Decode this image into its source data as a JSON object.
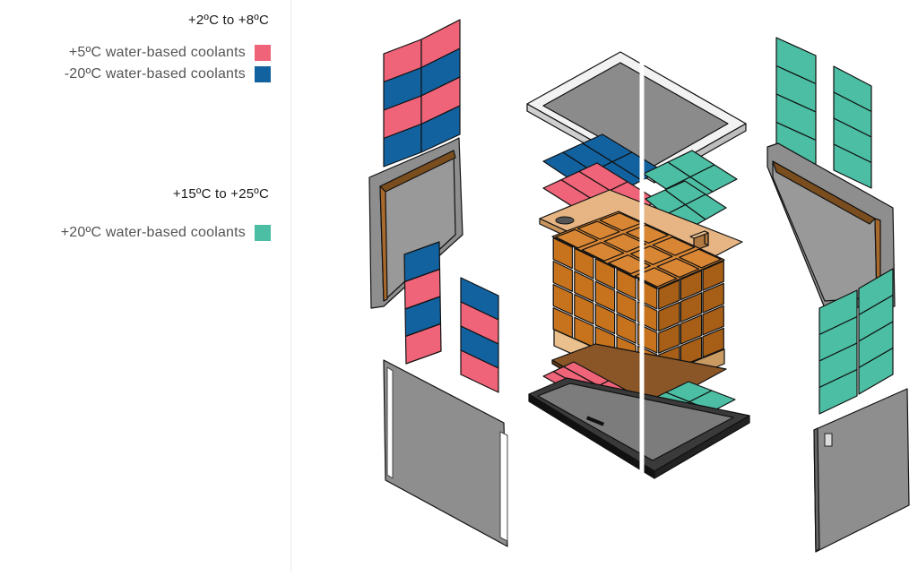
{
  "legend": {
    "group1": {
      "title": "+2ºC to +8ºC",
      "items": [
        {
          "label": "+5ºC water-based coolants",
          "color": "#EF6478"
        },
        {
          "label": "-20ºC water-based coolants",
          "color": "#1262A0"
        }
      ]
    },
    "group2": {
      "title": "+15ºC to +25ºC",
      "items": [
        {
          "label": "+20ºC water-based coolants",
          "color": "#4BBEA3"
        }
      ]
    }
  },
  "colors": {
    "pink": "#EF6478",
    "blue": "#1262A0",
    "green": "#4BBEA3",
    "panel_grey": "#8E8E8E",
    "cargo_orange": "#C7731E",
    "board_tan": "#E6B583",
    "board_brown": "#8A5627"
  },
  "diagram": {
    "name": "exploded-container-diagram"
  }
}
